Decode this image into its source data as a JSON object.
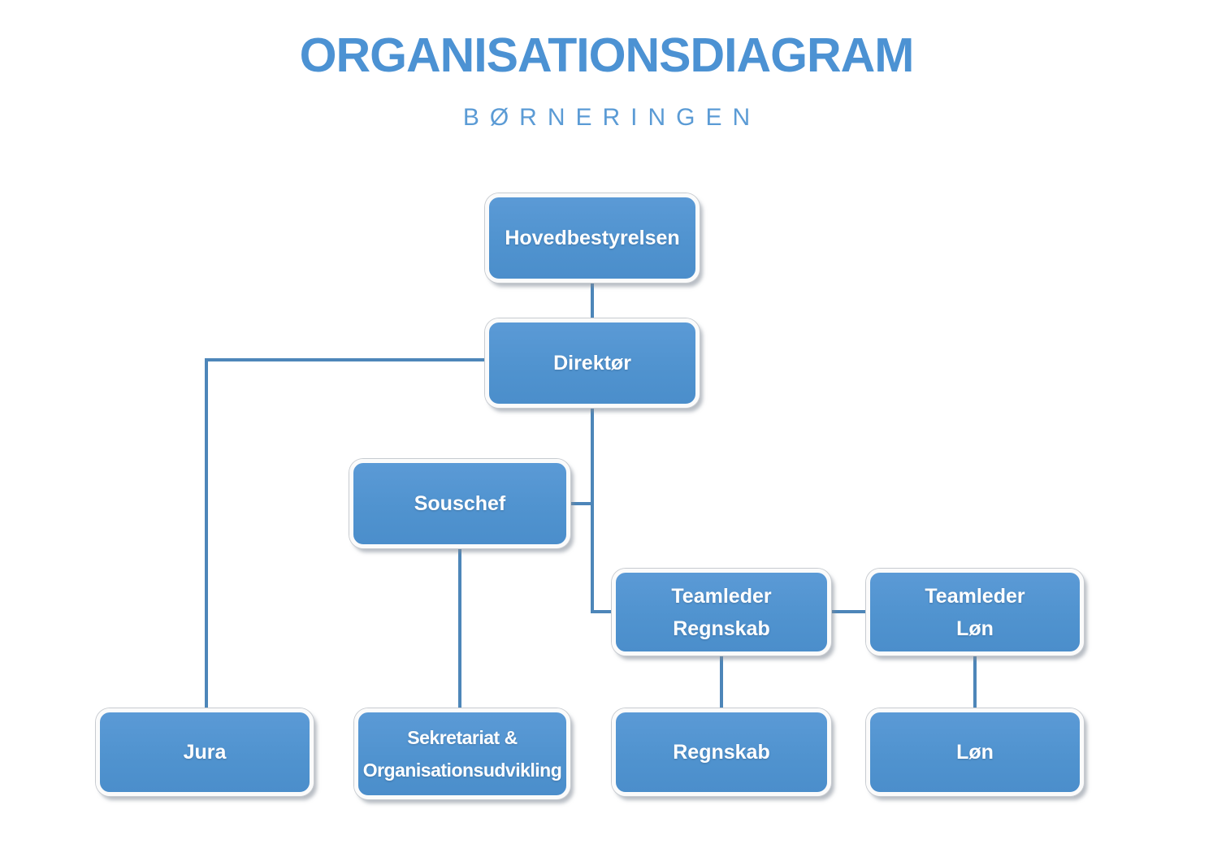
{
  "header": {
    "title": "ORGANISATIONSDIAGRAM",
    "subtitle": "BØRNERINGEN"
  },
  "colors": {
    "title_text": "#4c92d3",
    "subtitle_text": "#5b9bd5",
    "node_fill": "#5093cf",
    "node_border": "#fbfbfb",
    "node_text": "#ffffff",
    "connector": "#4d86b9",
    "background": "#ffffff"
  },
  "nodes": {
    "hovedbestyrelsen": {
      "lines": [
        "Hovedbestyrelsen"
      ]
    },
    "direktor": {
      "lines": [
        "Direktør"
      ]
    },
    "souschef": {
      "lines": [
        "Souschef"
      ]
    },
    "teamleder_regnskab": {
      "lines": [
        "Teamleder",
        "Regnskab"
      ]
    },
    "teamleder_lon": {
      "lines": [
        "Teamleder",
        "Løn"
      ]
    },
    "jura": {
      "lines": [
        "Jura"
      ]
    },
    "sekretariat": {
      "lines": [
        "Sekretariat &",
        "Organisationsudvikling"
      ]
    },
    "regnskab": {
      "lines": [
        "Regnskab"
      ]
    },
    "lon": {
      "lines": [
        "Løn"
      ]
    }
  },
  "hierarchy": {
    "edges": [
      {
        "from": "Hovedbestyrelsen",
        "to": "Direktør"
      },
      {
        "from": "Direktør",
        "to": "Jura"
      },
      {
        "from": "Direktør",
        "to": "Souschef"
      },
      {
        "from": "Direktør",
        "to": "Teamleder Regnskab"
      },
      {
        "from": "Teamleder Regnskab",
        "to": "Teamleder Løn",
        "type": "lateral"
      },
      {
        "from": "Souschef",
        "to": "Sekretariat & Organisationsudvikling"
      },
      {
        "from": "Teamleder Regnskab",
        "to": "Regnskab"
      },
      {
        "from": "Teamleder Løn",
        "to": "Løn"
      }
    ]
  }
}
